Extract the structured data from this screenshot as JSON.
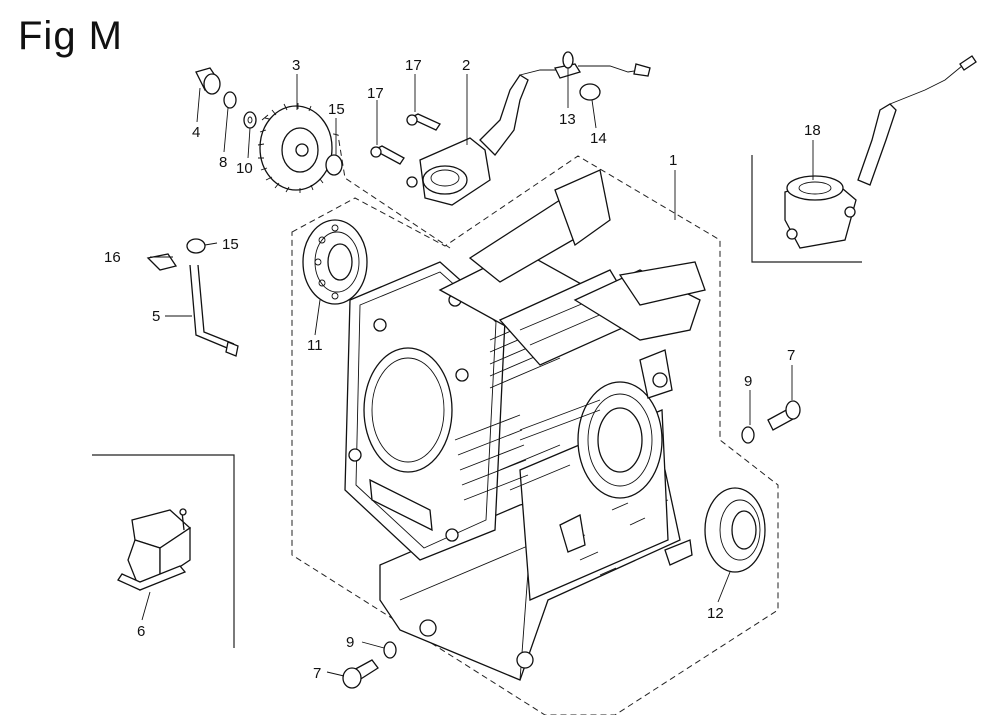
{
  "figure": {
    "title": "Fig M"
  },
  "callouts": [
    {
      "id": "1",
      "label": "1"
    },
    {
      "id": "2",
      "label": "2"
    },
    {
      "id": "3",
      "label": "3"
    },
    {
      "id": "4",
      "label": "4"
    },
    {
      "id": "5",
      "label": "5"
    },
    {
      "id": "6",
      "label": "6"
    },
    {
      "id": "7a",
      "label": "7"
    },
    {
      "id": "7b",
      "label": "7"
    },
    {
      "id": "8",
      "label": "8"
    },
    {
      "id": "9a",
      "label": "9"
    },
    {
      "id": "9b",
      "label": "9"
    },
    {
      "id": "10",
      "label": "10"
    },
    {
      "id": "11",
      "label": "11"
    },
    {
      "id": "12",
      "label": "12"
    },
    {
      "id": "13",
      "label": "13"
    },
    {
      "id": "14",
      "label": "14"
    },
    {
      "id": "15a",
      "label": "15"
    },
    {
      "id": "15b",
      "label": "15"
    },
    {
      "id": "16",
      "label": "16"
    },
    {
      "id": "17a",
      "label": "17"
    },
    {
      "id": "17b",
      "label": "17"
    },
    {
      "id": "18",
      "label": "18"
    }
  ]
}
